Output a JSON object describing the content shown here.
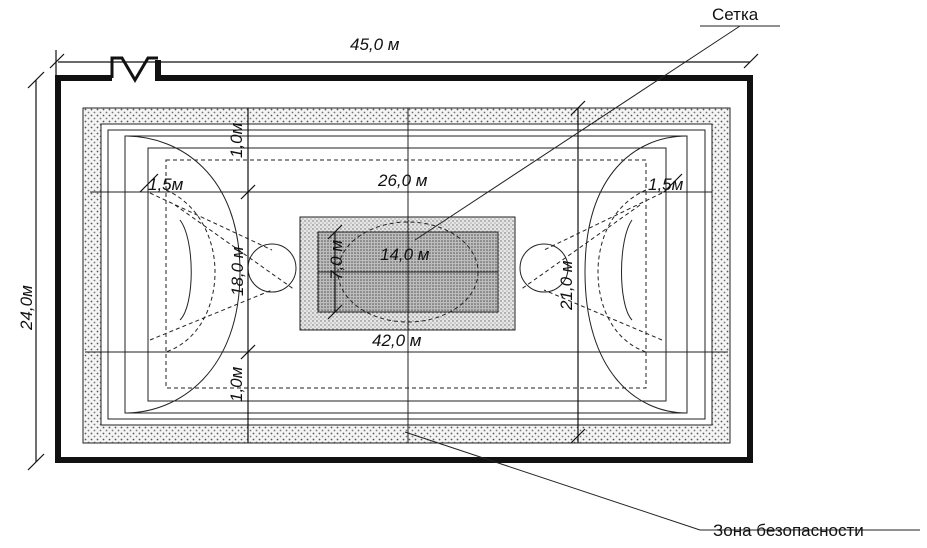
{
  "labels": {
    "net": "Сетка",
    "safety_zone": "Зона безопасности"
  },
  "dimensions": {
    "overall_length": "45,0 м",
    "overall_width": "24,0м",
    "court_length": "42,0 м",
    "court_width": "21,0 м",
    "center_zone_length": "26,0 м",
    "inner_width": "18,0 м",
    "net_zone_length": "14,0 м",
    "net_zone_width": "7,0 м",
    "margin_top": "1,0м",
    "margin_bottom": "1,0м",
    "corner_left": "1,5м",
    "corner_right": "1,5м"
  }
}
